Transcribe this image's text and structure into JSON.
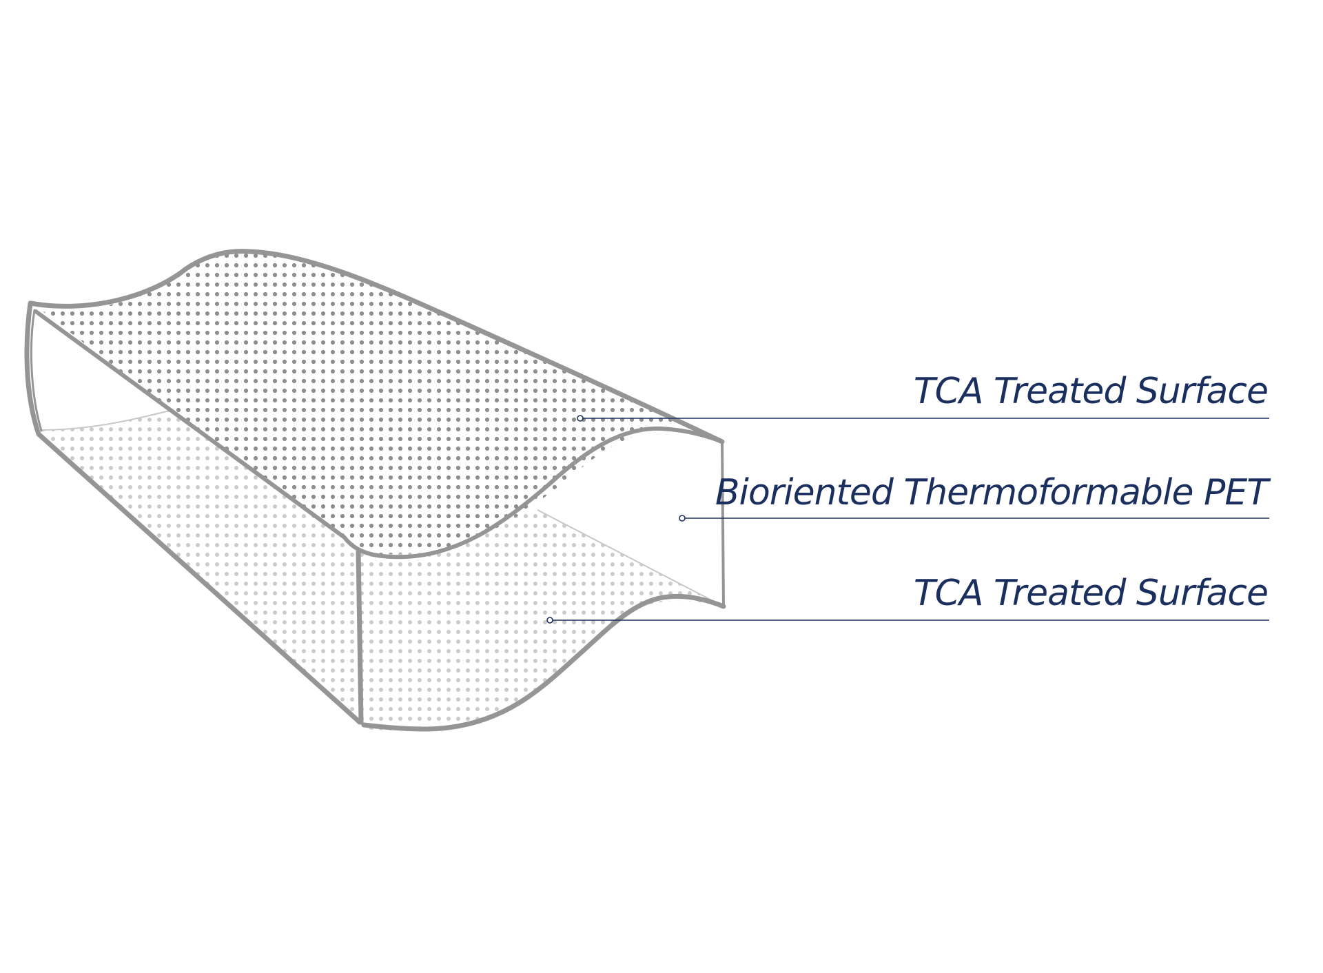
{
  "colors": {
    "background": "#ffffff",
    "outline": "#959595",
    "top_dots": "#8e8e8e",
    "bottom_dots": "#cbcbcb",
    "thin_line": "#c8c8c8",
    "callout": "#1b2f5e"
  },
  "layers": [
    {
      "label": "TCA Treated Surface"
    },
    {
      "label": "Bioriented Thermoformable PET"
    },
    {
      "label": "TCA Treated Surface"
    }
  ]
}
